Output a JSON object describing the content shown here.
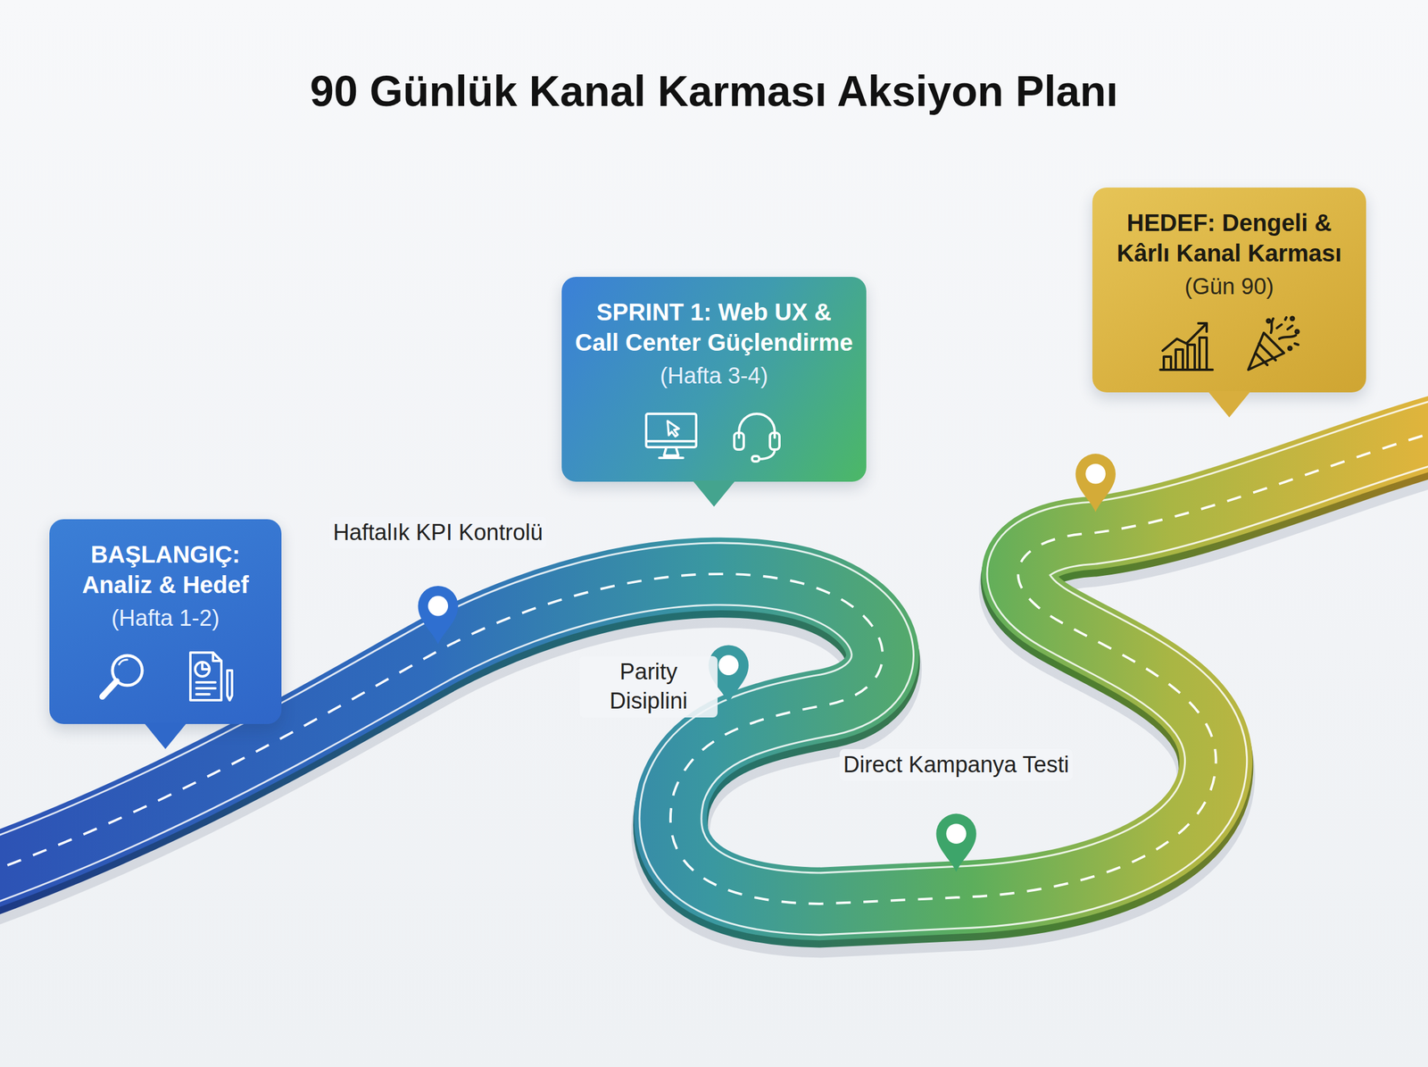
{
  "diagram": {
    "title": "90 Günlük Kanal Karması Aksiyon Planı",
    "nodes": [
      {
        "text": [
          "BAŞLANGIÇ: Analiz & Hedef",
          "(Hafta 1-2)"
        ]
      },
      {
        "text": [
          "SPRINT 1: Web UX & Call Center Güçlendirme",
          "(Hafta 3-4)"
        ]
      },
      {
        "text": [
          "HEDEF: Dengeli & Kârlı Kanal Karması",
          "(Gün 90)"
        ]
      }
    ],
    "labels": [
      "Haftalık KPI Kontrolü",
      "Parity Disiplini",
      "Direct Kampanya Testi"
    ]
  }
}
